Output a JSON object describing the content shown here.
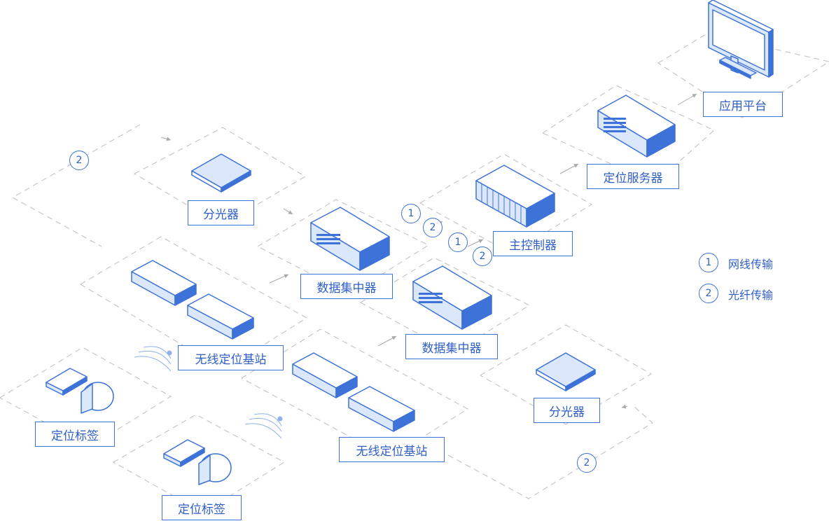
{
  "colors": {
    "line": "#3d72d8",
    "fill": "#dbe7fb",
    "dash": "#b9b9b9",
    "dark": "#3d72d8"
  },
  "labels": {
    "app_platform": "应用平台",
    "positioning_server": "定位服务器",
    "main_controller": "主控制器",
    "data_concentrator_top": "数据集中器",
    "data_concentrator_bottom": "数据集中器",
    "splitter_top": "分光器",
    "splitter_bottom": "分光器",
    "base_station_top": "无线定位基站",
    "base_station_bottom": "无线定位基站",
    "tag_top": "定位标签",
    "tag_bottom": "定位标签"
  },
  "markers": {
    "m1": "2",
    "m2": "1",
    "m3": "2",
    "m4": "1",
    "m5": "2",
    "m6": "2"
  },
  "legend": {
    "items": [
      {
        "num": "1",
        "text": "网线传输"
      },
      {
        "num": "2",
        "text": "光纤传输"
      }
    ]
  }
}
